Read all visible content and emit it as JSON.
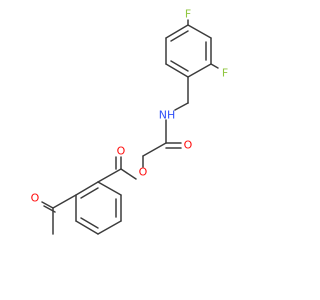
{
  "molecule": {
    "atoms": [
      {
        "id": "F1",
        "label": "F",
        "color": "#8fc63f"
      },
      {
        "id": "F2",
        "label": "F",
        "color": "#8fc63f"
      },
      {
        "id": "N1",
        "label": "NH",
        "color": "#3050f8"
      },
      {
        "id": "O1",
        "label": "O",
        "color": "#ff0d0d"
      },
      {
        "id": "O2",
        "label": "O",
        "color": "#ff0d0d"
      },
      {
        "id": "O3",
        "label": "O",
        "color": "#ff0d0d"
      },
      {
        "id": "O4",
        "label": "O",
        "color": "#ff0d0d"
      }
    ],
    "bond_color": "#3c3c3c",
    "background": "#ffffff"
  }
}
